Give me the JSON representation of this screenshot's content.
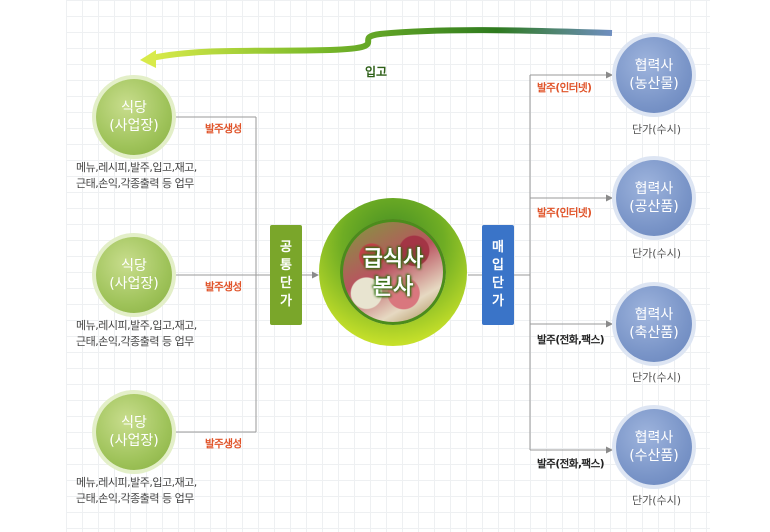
{
  "restaurants": [
    {
      "name_line1": "식당",
      "name_line2": "(사업장)",
      "order_label": "발주생성",
      "desc_line1": "메뉴,레시피,발주,입고,재고,",
      "desc_line2": "근태,손익,각종출력 등 업무"
    },
    {
      "name_line1": "식당",
      "name_line2": "(사업장)",
      "order_label": "발주생성",
      "desc_line1": "메뉴,레시피,발주,입고,재고,",
      "desc_line2": "근태,손익,각종출력 등 업무"
    },
    {
      "name_line1": "식당",
      "name_line2": "(사업장)",
      "order_label": "발주생성",
      "desc_line1": "메뉴,레시피,발주,입고,재고,",
      "desc_line2": "근태,손익,각종출력 등 업무"
    }
  ],
  "common_price": {
    "chars": [
      "공",
      "통",
      "단",
      "가"
    ],
    "color": "#7aa62a"
  },
  "headquarters": {
    "line1": "급식사",
    "line2": "본사"
  },
  "purchase_price": {
    "chars": [
      "매",
      "입",
      "단",
      "가"
    ],
    "color": "#3a74c8"
  },
  "receiving_label": "입고",
  "partners": [
    {
      "name_line1": "협력사",
      "name_line2": "(농산물)",
      "order_label": "발주(인터넷)",
      "price_label": "단가(수시)"
    },
    {
      "name_line1": "협력사",
      "name_line2": "(공산품)",
      "order_label": "발주(인터넷)",
      "price_label": "단가(수시)"
    },
    {
      "name_line1": "협력사",
      "name_line2": "(축산품)",
      "order_label": "발주(전화,팩스)",
      "price_label": "단가(수시)"
    },
    {
      "name_line1": "협력사",
      "name_line2": "(수산품)",
      "order_label": "발주(전화,팩스)",
      "price_label": "단가(수시)"
    }
  ],
  "colors": {
    "arrow_green": "#5aa020",
    "line_gray": "#9a9a9a",
    "order_red": "#e0542a"
  }
}
